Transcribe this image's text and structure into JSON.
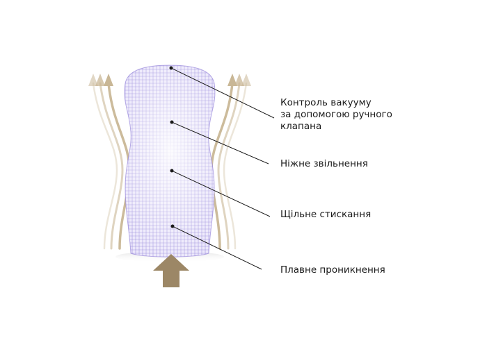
{
  "labels": {
    "vacuum_control": [
      "Контроль вакууму",
      "за допомогою ручного",
      "клапана"
    ],
    "gentle_release": "Ніжне звільнення",
    "tight_squeeze": "Щільне стискання",
    "smooth_penetration": "Плавне проникнення"
  },
  "colors": {
    "mesh": "#8a78d6",
    "mesh_fill": "#ece8fb",
    "airflow_arrow": "#c9b796",
    "push_arrow": "#9c8766",
    "leader_line": "#1a1a1a"
  }
}
